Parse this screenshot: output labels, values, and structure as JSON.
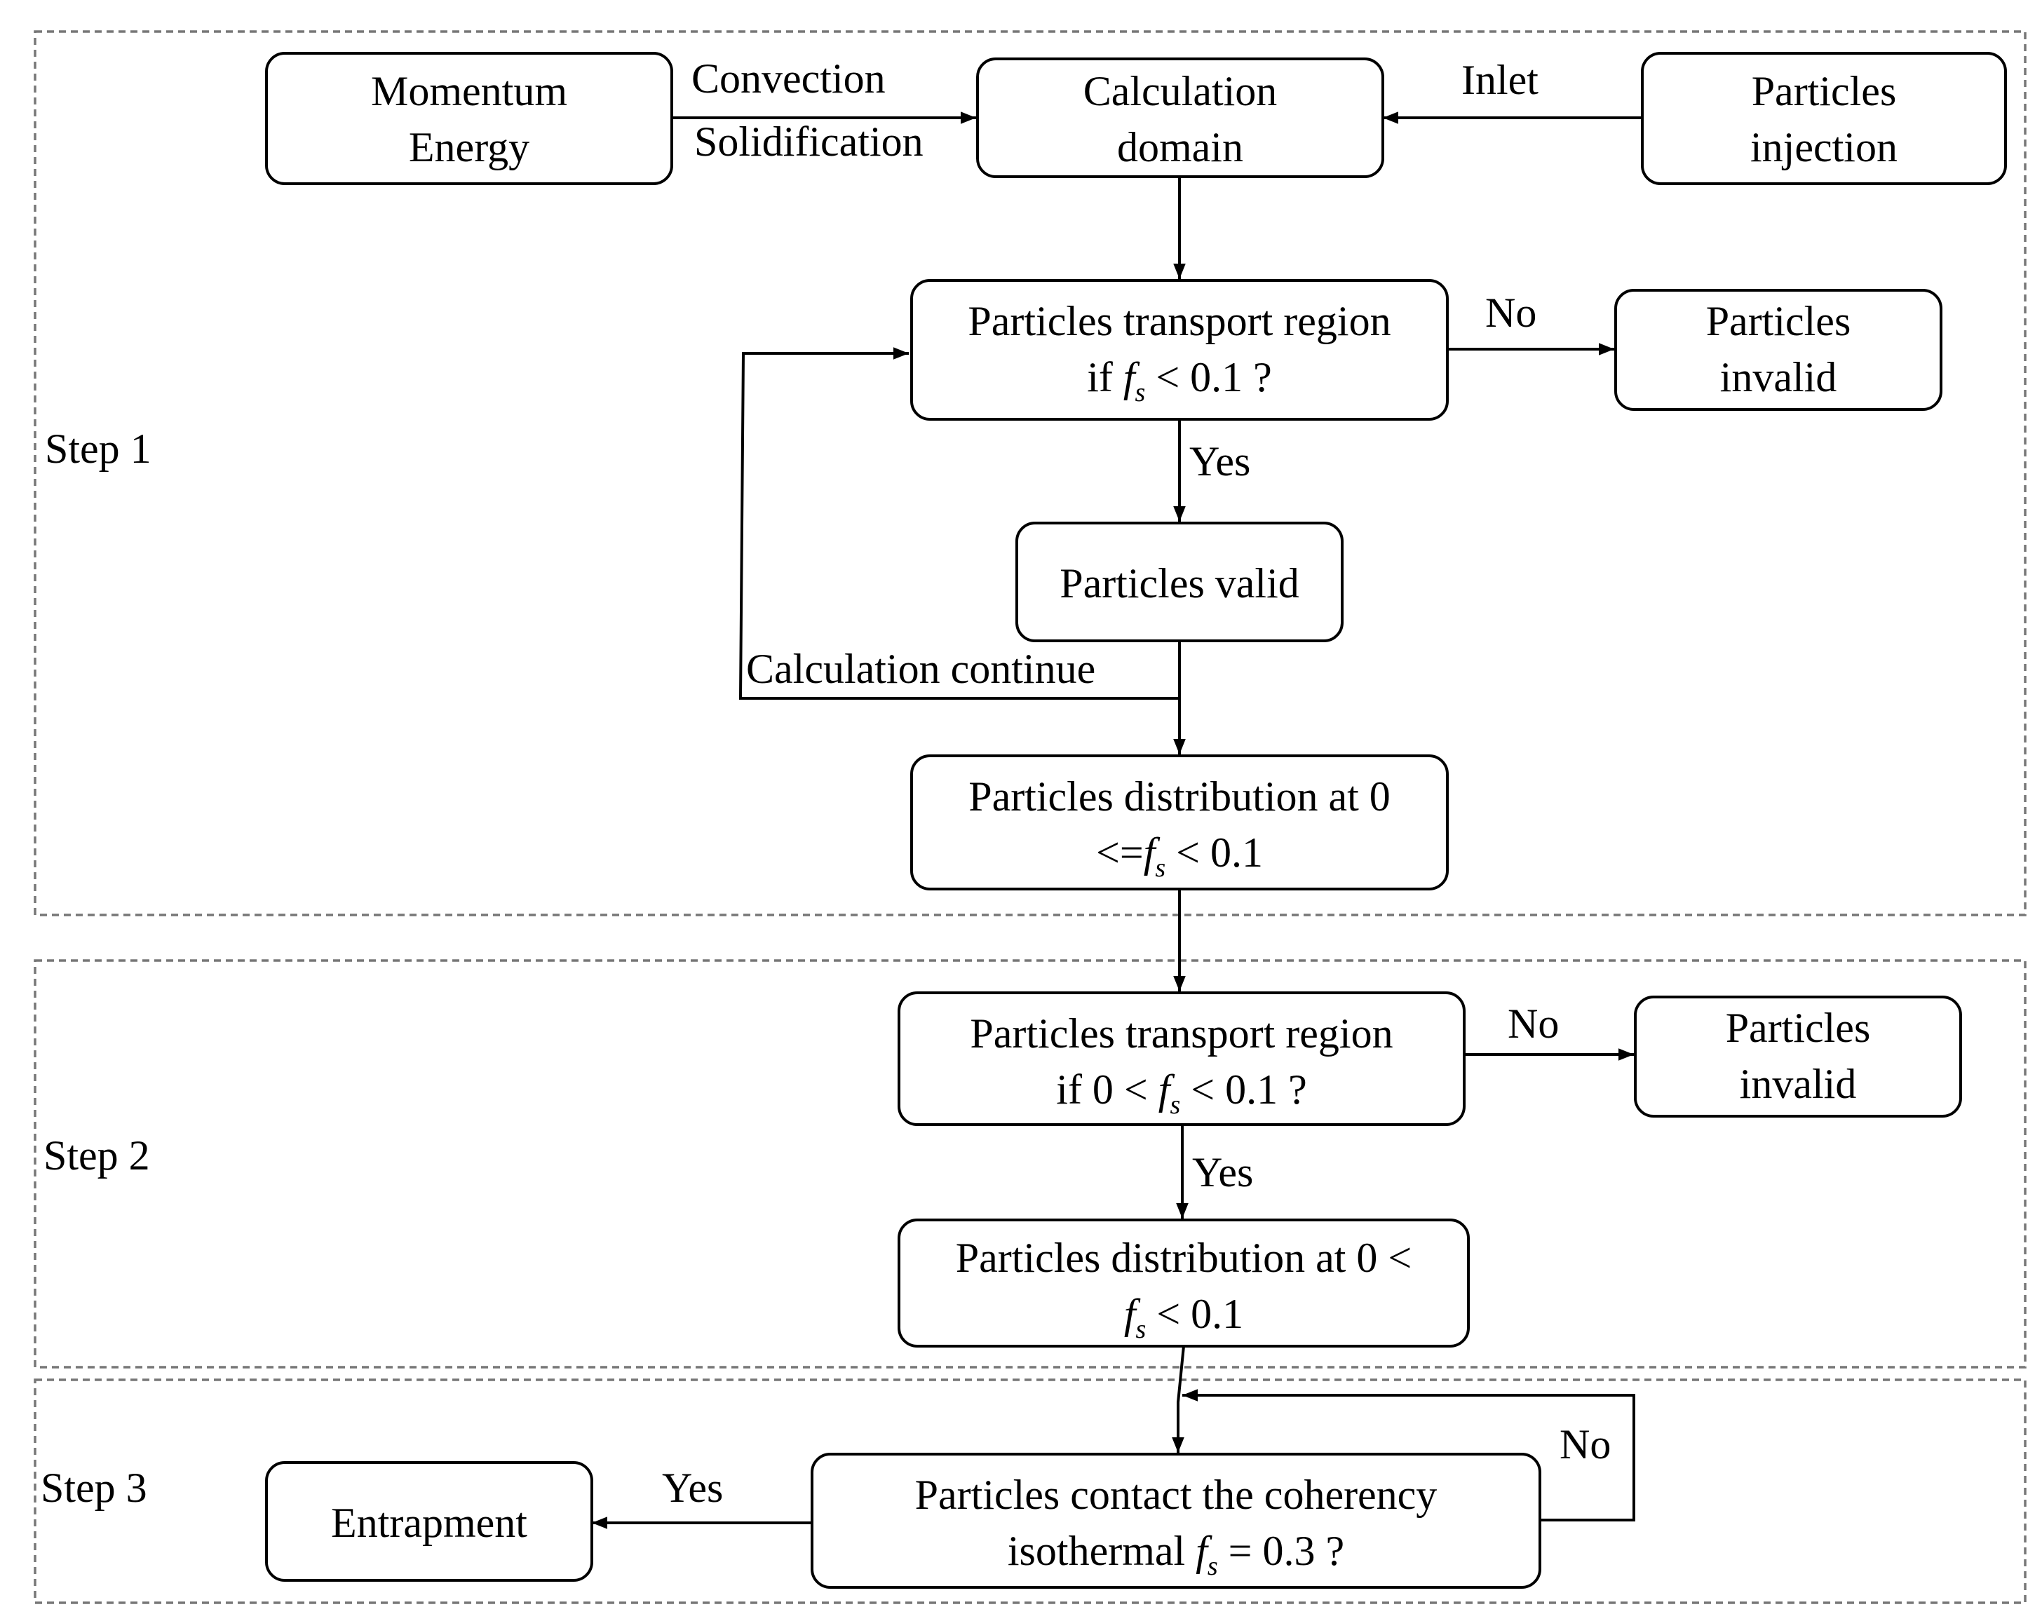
{
  "steps": {
    "step1": "Step 1",
    "step2": "Step 2",
    "step3": "Step 3"
  },
  "nodes": {
    "momentum": {
      "line1": "Momentum",
      "line2": "Energy"
    },
    "calc_domain": {
      "line1": "Calculation",
      "line2": "domain"
    },
    "injection": {
      "line1": "Particles",
      "line2": "injection"
    },
    "transport1": {
      "line1": "Particles transport region",
      "line2_pre": "if ",
      "line2_var": "f",
      "line2_sub": "s",
      "line2_post": " < 0.1 ?"
    },
    "invalid1": {
      "line1": "Particles",
      "line2": "invalid"
    },
    "valid": {
      "line1": "Particles valid"
    },
    "dist1": {
      "line1": "Particles distribution at 0",
      "line2_pre": "<=",
      "line2_var": "f",
      "line2_sub": "s",
      "line2_post": " < 0.1"
    },
    "transport2": {
      "line1": "Particles transport region",
      "line2_pre": "if 0 < ",
      "line2_var": "f",
      "line2_sub": "s",
      "line2_post": " < 0.1 ?"
    },
    "invalid2": {
      "line1": "Particles",
      "line2": "invalid"
    },
    "dist2": {
      "line1": "Particles distribution at 0 <",
      "line2_var": "f",
      "line2_sub": "s",
      "line2_post": " < 0.1"
    },
    "contact": {
      "line1": "Particles contact the coherency",
      "line2_pre": "isothermal ",
      "line2_var": "f",
      "line2_sub": "s",
      "line2_post": " = 0.3 ?"
    },
    "entrapment": {
      "line1": "Entrapment"
    }
  },
  "edge_labels": {
    "convection": "Convection",
    "solidification": "Solidification",
    "inlet": "Inlet",
    "no1": "No",
    "yes1": "Yes",
    "calc_continue": "Calculation continue",
    "no2": "No",
    "yes2": "Yes",
    "no3": "No",
    "yes3": "Yes"
  }
}
